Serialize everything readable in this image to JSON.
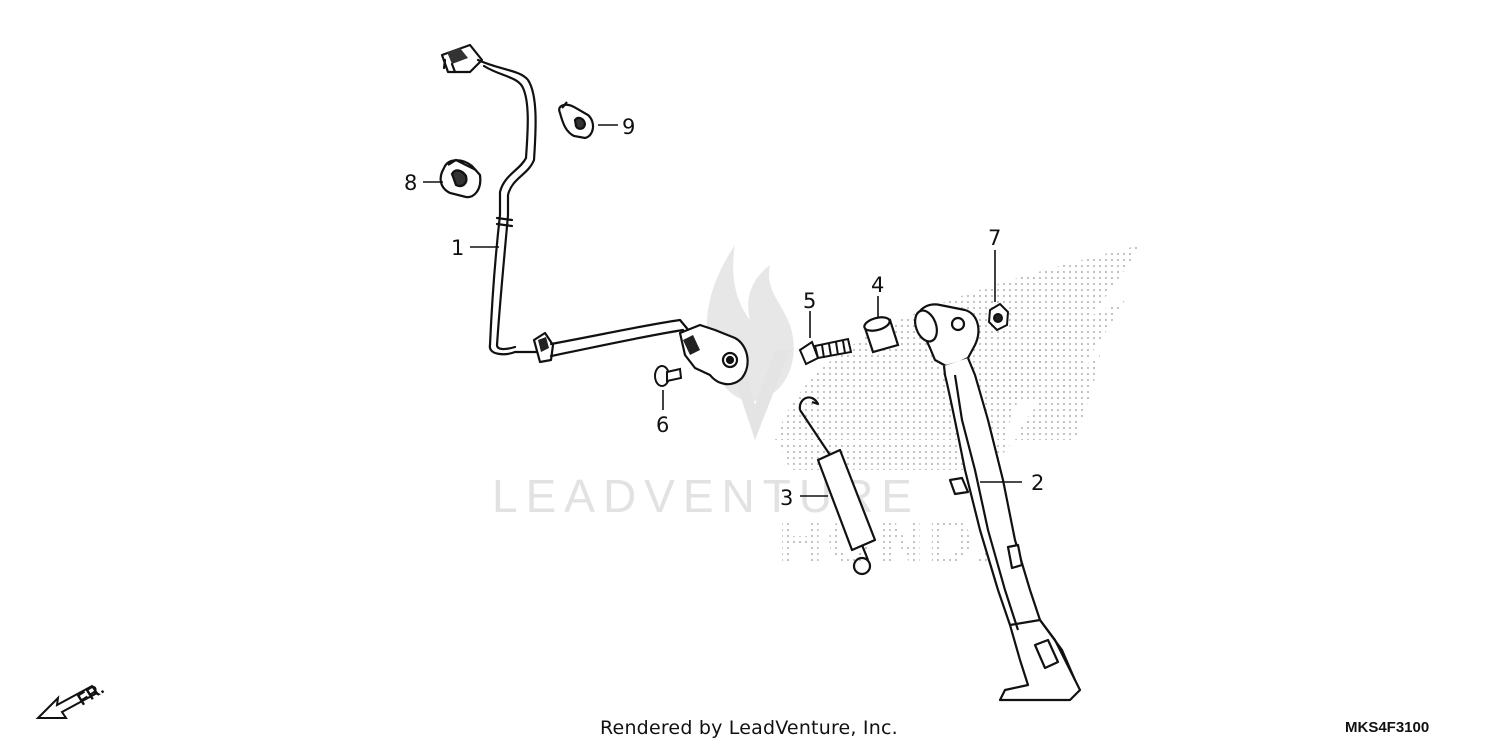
{
  "watermark": {
    "brand_text": "LEADVENTURE",
    "honda_text": "HONDA"
  },
  "callouts": [
    {
      "id": "1",
      "text": "1"
    },
    {
      "id": "2",
      "text": "2"
    },
    {
      "id": "3",
      "text": "3"
    },
    {
      "id": "4",
      "text": "4"
    },
    {
      "id": "5",
      "text": "5"
    },
    {
      "id": "6",
      "text": "6"
    },
    {
      "id": "7",
      "text": "7"
    },
    {
      "id": "8",
      "text": "8"
    },
    {
      "id": "9",
      "text": "9"
    }
  ],
  "front_indicator": {
    "text": "FR."
  },
  "footer": {
    "credit": "Rendered by LeadVenture, Inc.",
    "diagram_code": "MKS4F3100"
  }
}
